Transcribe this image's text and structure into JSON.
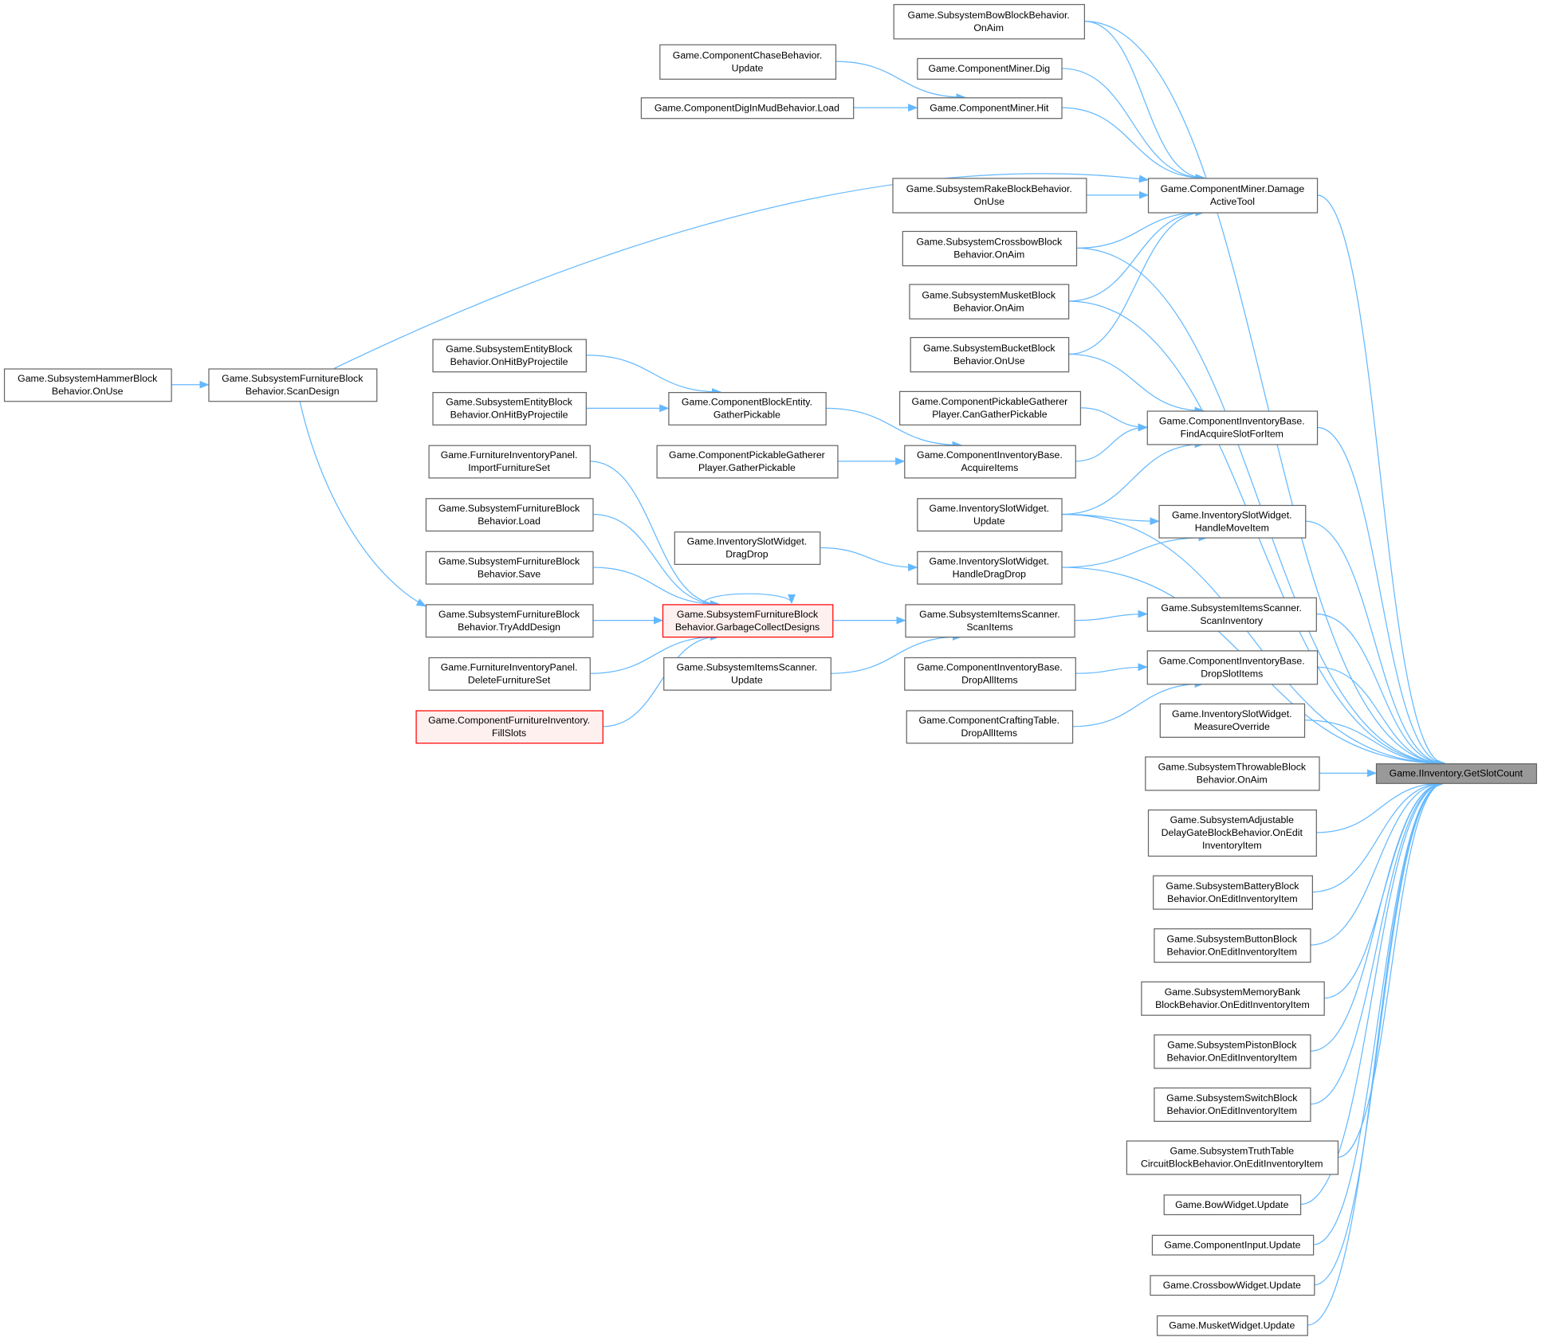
{
  "title": "Game.IInventory.GetSlotCount caller graph",
  "colors": {
    "edge": "#63b8ff",
    "node_border": "#666666",
    "node_fill": "#ffffff",
    "focus_fill": "#999999",
    "truncated_border": "#ff0000",
    "truncated_fill": "#fff0f0"
  },
  "nodes": [
    {
      "id": "root",
      "lines": [
        "Game.IInventory.GetSlotCount"
      ],
      "style": "focus"
    },
    {
      "id": "bowOnAim",
      "lines": [
        "Game.SubsystemBowBlockBehavior.",
        "OnAim"
      ]
    },
    {
      "id": "chaseUpd",
      "lines": [
        "Game.ComponentChaseBehavior.",
        "Update"
      ]
    },
    {
      "id": "minerDig",
      "lines": [
        "Game.ComponentMiner.Dig"
      ]
    },
    {
      "id": "digMud",
      "lines": [
        "Game.ComponentDigInMudBehavior.Load"
      ]
    },
    {
      "id": "minerHit",
      "lines": [
        "Game.ComponentMiner.Hit"
      ]
    },
    {
      "id": "damage",
      "lines": [
        "Game.ComponentMiner.Damage",
        "ActiveTool"
      ]
    },
    {
      "id": "rake",
      "lines": [
        "Game.SubsystemRakeBlockBehavior.",
        "OnUse"
      ]
    },
    {
      "id": "crossbow",
      "lines": [
        "Game.SubsystemCrossbowBlock",
        "Behavior.OnAim"
      ]
    },
    {
      "id": "musket",
      "lines": [
        "Game.SubsystemMusketBlock",
        "Behavior.OnAim"
      ]
    },
    {
      "id": "bucket",
      "lines": [
        "Game.SubsystemBucketBlock",
        "Behavior.OnUse"
      ]
    },
    {
      "id": "hammer",
      "lines": [
        "Game.SubsystemHammerBlock",
        "Behavior.OnUse"
      ]
    },
    {
      "id": "scanDesign",
      "lines": [
        "Game.SubsystemFurnitureBlock",
        "Behavior.ScanDesign"
      ]
    },
    {
      "id": "entity1",
      "lines": [
        "Game.SubsystemEntityBlock",
        "Behavior.OnHitByProjectile"
      ]
    },
    {
      "id": "entity2",
      "lines": [
        "Game.SubsystemEntityBlock",
        "Behavior.OnHitByProjectile"
      ]
    },
    {
      "id": "blockEntity",
      "lines": [
        "Game.ComponentBlockEntity.",
        "GatherPickable"
      ]
    },
    {
      "id": "canGather",
      "lines": [
        "Game.ComponentPickableGatherer",
        "Player.CanGatherPickable"
      ]
    },
    {
      "id": "findSlot",
      "lines": [
        "Game.ComponentInventoryBase.",
        "FindAcquireSlotForItem"
      ]
    },
    {
      "id": "importSet",
      "lines": [
        "Game.FurnitureInventoryPanel.",
        "ImportFurnitureSet"
      ]
    },
    {
      "id": "gatherPlayer",
      "lines": [
        "Game.ComponentPickableGatherer",
        "Player.GatherPickable"
      ]
    },
    {
      "id": "acquire",
      "lines": [
        "Game.ComponentInventoryBase.",
        "AcquireItems"
      ]
    },
    {
      "id": "slotUpdate",
      "lines": [
        "Game.InventorySlotWidget.",
        "Update"
      ]
    },
    {
      "id": "moveItem",
      "lines": [
        "Game.InventorySlotWidget.",
        "HandleMoveItem"
      ]
    },
    {
      "id": "furnLoad",
      "lines": [
        "Game.SubsystemFurnitureBlock",
        "Behavior.Load"
      ]
    },
    {
      "id": "dragDrop",
      "lines": [
        "Game.InventorySlotWidget.",
        "DragDrop"
      ]
    },
    {
      "id": "handleDrag",
      "lines": [
        "Game.InventorySlotWidget.",
        "HandleDragDrop"
      ]
    },
    {
      "id": "furnSave",
      "lines": [
        "Game.SubsystemFurnitureBlock",
        "Behavior.Save"
      ]
    },
    {
      "id": "scanItems",
      "lines": [
        "Game.SubsystemItemsScanner.",
        "ScanItems"
      ]
    },
    {
      "id": "scanInv",
      "lines": [
        "Game.SubsystemItemsScanner.",
        "ScanInventory"
      ]
    },
    {
      "id": "tryAdd",
      "lines": [
        "Game.SubsystemFurnitureBlock",
        "Behavior.TryAddDesign"
      ]
    },
    {
      "id": "garbage",
      "lines": [
        "Game.SubsystemFurnitureBlock",
        "Behavior.GarbageCollectDesigns"
      ],
      "style": "truncated"
    },
    {
      "id": "scannerUpd",
      "lines": [
        "Game.SubsystemItemsScanner.",
        "Update"
      ]
    },
    {
      "id": "dropAll",
      "lines": [
        "Game.ComponentInventoryBase.",
        "DropAllItems"
      ]
    },
    {
      "id": "dropSlot",
      "lines": [
        "Game.ComponentInventoryBase.",
        "DropSlotItems"
      ]
    },
    {
      "id": "deleteSet",
      "lines": [
        "Game.FurnitureInventoryPanel.",
        "DeleteFurnitureSet"
      ]
    },
    {
      "id": "fillSlots",
      "lines": [
        "Game.ComponentFurnitureInventory.",
        "FillSlots"
      ],
      "style": "truncated"
    },
    {
      "id": "craftDrop",
      "lines": [
        "Game.ComponentCraftingTable.",
        "DropAllItems"
      ]
    },
    {
      "id": "measure",
      "lines": [
        "Game.InventorySlotWidget.",
        "MeasureOverride"
      ]
    },
    {
      "id": "throwable",
      "lines": [
        "Game.SubsystemThrowableBlock",
        "Behavior.OnAim"
      ]
    },
    {
      "id": "delayGate",
      "lines": [
        "Game.SubsystemAdjustable",
        "DelayGateBlockBehavior.OnEdit",
        "InventoryItem"
      ]
    },
    {
      "id": "battery",
      "lines": [
        "Game.SubsystemBatteryBlock",
        "Behavior.OnEditInventoryItem"
      ]
    },
    {
      "id": "button",
      "lines": [
        "Game.SubsystemButtonBlock",
        "Behavior.OnEditInventoryItem"
      ]
    },
    {
      "id": "memory",
      "lines": [
        "Game.SubsystemMemoryBank",
        "BlockBehavior.OnEditInventoryItem"
      ]
    },
    {
      "id": "piston",
      "lines": [
        "Game.SubsystemPistonBlock",
        "Behavior.OnEditInventoryItem"
      ]
    },
    {
      "id": "switch",
      "lines": [
        "Game.SubsystemSwitchBlock",
        "Behavior.OnEditInventoryItem"
      ]
    },
    {
      "id": "truth",
      "lines": [
        "Game.SubsystemTruthTable",
        "CircuitBlockBehavior.OnEditInventoryItem"
      ]
    },
    {
      "id": "bowWidget",
      "lines": [
        "Game.BowWidget.Update"
      ]
    },
    {
      "id": "input",
      "lines": [
        "Game.ComponentInput.Update"
      ]
    },
    {
      "id": "crossWidget",
      "lines": [
        "Game.CrossbowWidget.Update"
      ]
    },
    {
      "id": "musketWidget",
      "lines": [
        "Game.MusketWidget.Update"
      ]
    }
  ],
  "edges": [
    [
      "hammer",
      "scanDesign"
    ],
    [
      "scanDesign",
      "damage"
    ],
    [
      "scanDesign",
      "tryAdd"
    ],
    [
      "chaseUpd",
      "minerHit"
    ],
    [
      "digMud",
      "minerHit"
    ],
    [
      "minerHit",
      "damage"
    ],
    [
      "minerDig",
      "damage"
    ],
    [
      "bowOnAim",
      "damage"
    ],
    [
      "rake",
      "damage"
    ],
    [
      "crossbow",
      "damage"
    ],
    [
      "musket",
      "damage"
    ],
    [
      "bucket",
      "damage"
    ],
    [
      "entity1",
      "blockEntity"
    ],
    [
      "entity2",
      "blockEntity"
    ],
    [
      "blockEntity",
      "acquire"
    ],
    [
      "gatherPlayer",
      "acquire"
    ],
    [
      "acquire",
      "findSlot"
    ],
    [
      "canGather",
      "findSlot"
    ],
    [
      "bucket",
      "findSlot"
    ],
    [
      "slotUpdate",
      "findSlot"
    ],
    [
      "slotUpdate",
      "moveItem"
    ],
    [
      "handleDrag",
      "moveItem"
    ],
    [
      "dragDrop",
      "handleDrag"
    ],
    [
      "importSet",
      "garbage"
    ],
    [
      "furnLoad",
      "garbage"
    ],
    [
      "furnSave",
      "garbage"
    ],
    [
      "tryAdd",
      "garbage"
    ],
    [
      "deleteSet",
      "garbage"
    ],
    [
      "fillSlots",
      "garbage"
    ],
    [
      "garbage",
      "garbage"
    ],
    [
      "garbage",
      "scanItems"
    ],
    [
      "scannerUpd",
      "scanItems"
    ],
    [
      "scanItems",
      "scanInv"
    ],
    [
      "dropAll",
      "dropSlot"
    ],
    [
      "craftDrop",
      "dropSlot"
    ],
    [
      "bowOnAim",
      "root"
    ],
    [
      "damage",
      "root"
    ],
    [
      "crossbow",
      "root"
    ],
    [
      "musket",
      "root"
    ],
    [
      "findSlot",
      "root"
    ],
    [
      "slotUpdate",
      "root"
    ],
    [
      "moveItem",
      "root"
    ],
    [
      "handleDrag",
      "root"
    ],
    [
      "scanInv",
      "root"
    ],
    [
      "dropSlot",
      "root"
    ],
    [
      "measure",
      "root"
    ],
    [
      "throwable",
      "root"
    ],
    [
      "delayGate",
      "root"
    ],
    [
      "battery",
      "root"
    ],
    [
      "button",
      "root"
    ],
    [
      "memory",
      "root"
    ],
    [
      "piston",
      "root"
    ],
    [
      "switch",
      "root"
    ],
    [
      "truth",
      "root"
    ],
    [
      "bowWidget",
      "root"
    ],
    [
      "input",
      "root"
    ],
    [
      "crossWidget",
      "root"
    ],
    [
      "musketWidget",
      "root"
    ]
  ]
}
